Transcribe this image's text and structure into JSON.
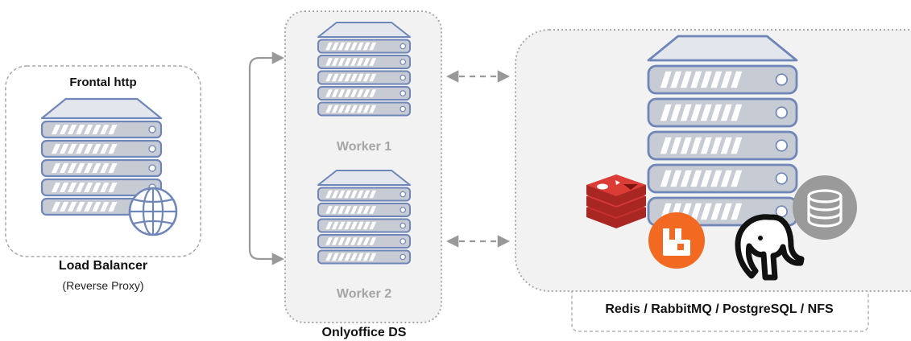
{
  "load_balancer": {
    "header": "Frontal http",
    "title": "Load Balancer",
    "subtitle": "(Reverse Proxy)"
  },
  "workers": {
    "worker1": "Worker 1",
    "worker2": "Worker 2",
    "group_label": "Onlyoffice DS"
  },
  "backend": {
    "label": "Redis / RabbitMQ / PostgreSQL / NFS",
    "services": [
      "redis-icon",
      "rabbitmq-icon",
      "postgresql-elephant-icon",
      "database-icon"
    ]
  },
  "colors": {
    "server_outline": "#6f86b8",
    "server_fill": "#c7cbd3",
    "server_top": "#e3e6ec",
    "panel_fill": "#f2f2f2",
    "border_dotted": "#a8a8a8",
    "arrow": "#999999",
    "redis": "#c8302c",
    "rabbitmq": "#f26a22",
    "database": "#9a9a9a"
  }
}
